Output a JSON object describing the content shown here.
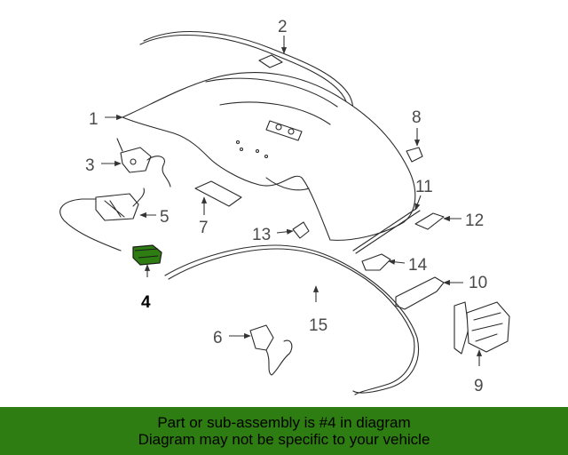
{
  "callouts": {
    "c1": "1",
    "c2": "2",
    "c3": "3",
    "c4": "4",
    "c5": "5",
    "c6": "6",
    "c7": "7",
    "c8": "8",
    "c9": "9",
    "c10": "10",
    "c11": "11",
    "c12": "12",
    "c13": "13",
    "c14": "14",
    "c15": "15"
  },
  "highlight_part": "4",
  "colors": {
    "highlight_fill": "#2e7d12",
    "banner_background": "#2e7d12"
  },
  "banner": {
    "line1": "Part or sub-assembly is #4 in diagram",
    "line2": "Diagram may not be specific to your vehicle"
  }
}
